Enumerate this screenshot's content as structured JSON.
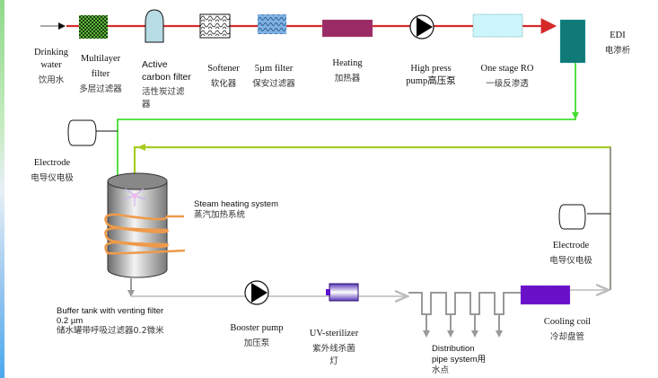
{
  "diagram": {
    "title": "Purified water system flow",
    "colors": {
      "pretreatment_line": "#d42a2a",
      "edi_output_line": "#44dd33",
      "return_line": "#a8cc22",
      "distribution_line": "#999999",
      "steam_coil": "#ef9a4a",
      "edi": "#0f7a78",
      "heating": "#9a2b66",
      "ro": "#ccf6fb",
      "cooling_coil": "#6a10c8"
    },
    "nodes": {
      "drinking_water": {
        "en": "Drinking water",
        "en1": "Drinking",
        "en2": "water",
        "cn": "饮用水"
      },
      "multilayer_filter": {
        "en1": "Multilayer",
        "en2": "filter",
        "cn": "多层过滤器"
      },
      "active_carbon": {
        "en1": "Active",
        "en2": "carbon filter",
        "cn1": "活性炭过滤",
        "cn2": "器"
      },
      "softener": {
        "en": "Softener",
        "cn": "软化器"
      },
      "filter_5um": {
        "en": "5µm filter",
        "cn": "保安过滤器"
      },
      "heating": {
        "en": "Heating",
        "cn": "加热器"
      },
      "high_press_pump": {
        "en1": "High press",
        "en2": "pump高压泵"
      },
      "ro": {
        "en": "One stage RO",
        "cn": "一级反渗透"
      },
      "edi": {
        "en": "EDI",
        "cn": "电渗析"
      },
      "electrode_left": {
        "en": "Electrode",
        "cn": "电导仪电极"
      },
      "steam_heating": {
        "en": "Steam heating system",
        "cn": "蒸汽加热系统"
      },
      "buffer_tank": {
        "en1": "Buffer tank with venting filter",
        "en2": "0.2 µm",
        "cn": "储水罐带呼吸过滤器0.2微米"
      },
      "booster_pump": {
        "en": "Booster pump",
        "cn": "加压泵"
      },
      "uv_sterilizer": {
        "en": "UV-sterilizer",
        "cn1": "紫外线杀菌",
        "cn2": "灯"
      },
      "distribution": {
        "en1": "Distribution",
        "en2": "pipe system用",
        "cn": "水点"
      },
      "cooling_coil": {
        "en": "Cooling coil",
        "cn": "冷却盘管"
      },
      "electrode_right": {
        "en": "Electrode",
        "cn": "电导仪电极"
      }
    }
  }
}
